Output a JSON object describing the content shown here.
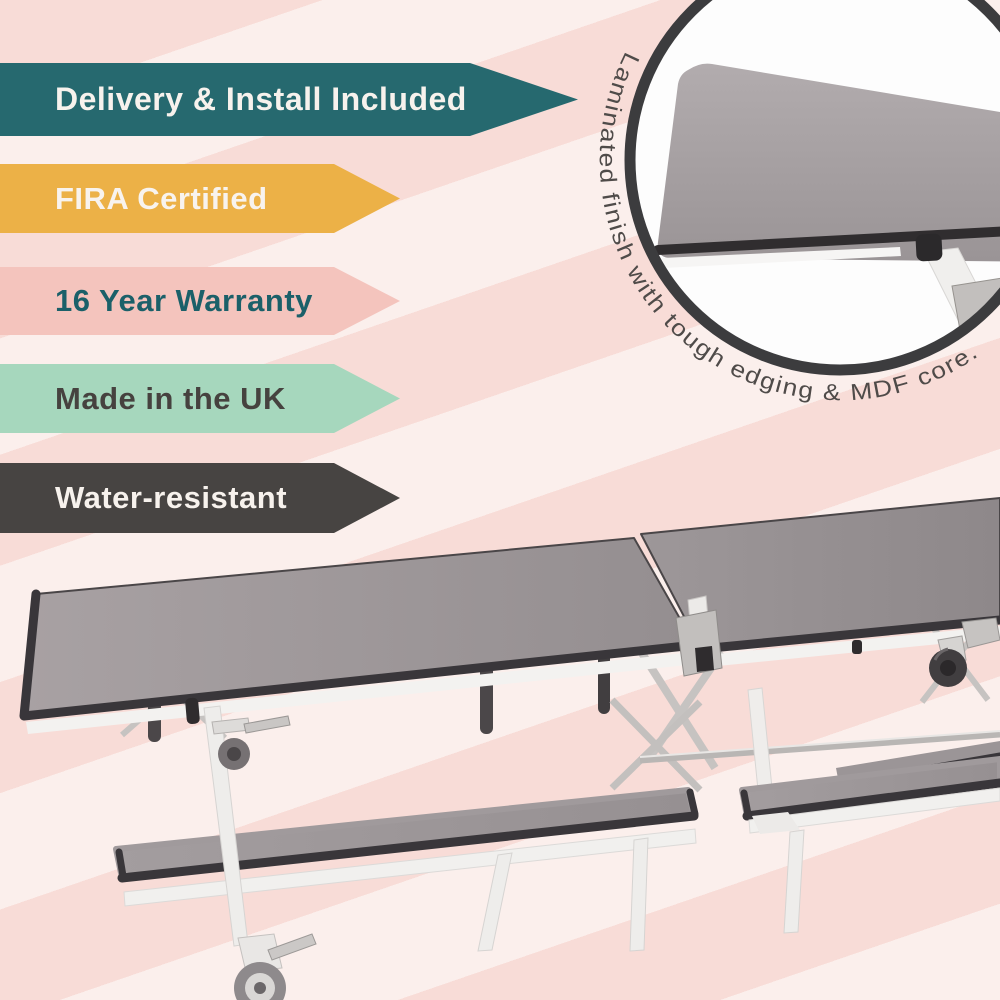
{
  "page": {
    "background_color": "#faf0ed",
    "stripe_color": "#f8dcd7"
  },
  "banners": [
    {
      "label": "Delivery & Install Included",
      "bg": "#26696f",
      "text_color": "#f7f2ed"
    },
    {
      "label": "FIRA Certified",
      "bg": "#ecb147",
      "text_color": "#f8f3ee"
    },
    {
      "label": "16 Year Warranty",
      "bg": "#f4c4bd",
      "text_color": "#1b6069"
    },
    {
      "label": "Made in the UK",
      "bg": "#a6d7bd",
      "text_color": "#46423f"
    },
    {
      "label": "Water-resistant",
      "bg": "#474442",
      "text_color": "#f7f2ed"
    }
  ],
  "detail_callout": {
    "caption": "Laminated finish with tough edging & MDF core.",
    "ring_color": "#3c3c3e",
    "fill_color": "#fdfdfd"
  },
  "product_photo": {
    "alt": "Mobile folding bench table with grey laminate tops, two bench seats and lockable castors",
    "top_color": "#a19a9c",
    "edge_color": "#39363a",
    "frame_color": "#f0efed"
  }
}
